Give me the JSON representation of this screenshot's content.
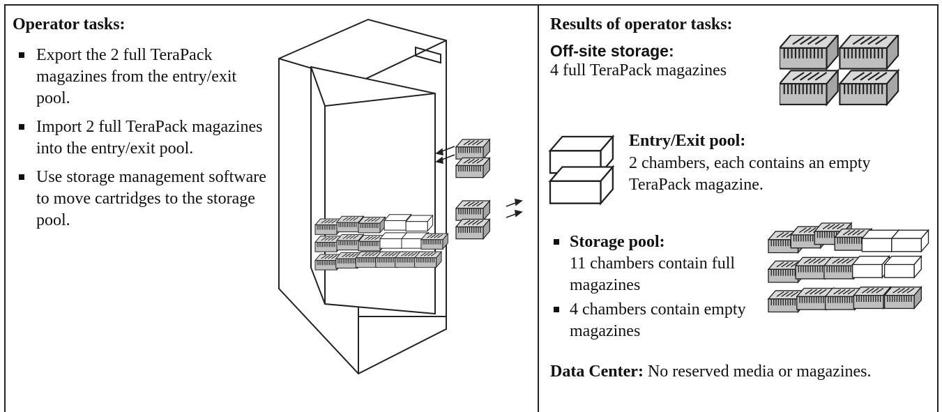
{
  "left": {
    "heading": "Operator tasks:",
    "tasks": [
      "Export the 2 full TeraPack magazines from the entry/exit pool.",
      "Import 2 full TeraPack magazines into the entry/exit pool.",
      "Use storage management software to move cartridges to the storage pool."
    ]
  },
  "right": {
    "heading": "Results of operator tasks:",
    "offsite": {
      "heading": "Off-site storage:",
      "text": "4 full TeraPack magazines"
    },
    "entry_exit": {
      "heading": "Entry/Exit pool:",
      "text": "2 chambers, each contains an empty TeraPack magazine."
    },
    "storage": {
      "heading": "Storage pool:",
      "text": "11 chambers contain full magazines",
      "second_item": "4 chambers contain empty magazines"
    },
    "data_center": {
      "label": "Data Center:",
      "text": "No reserved media or magazines."
    }
  },
  "icons": {
    "library": "tape-library-icon",
    "full_magazine": "full-magazine-icon",
    "empty_magazine": "empty-magazine-icon",
    "arrow": "arrow-icon",
    "bullet": "square-bullet-icon"
  },
  "colors": {
    "magazine_fill": "#bfbfbf",
    "line": "#222222"
  }
}
